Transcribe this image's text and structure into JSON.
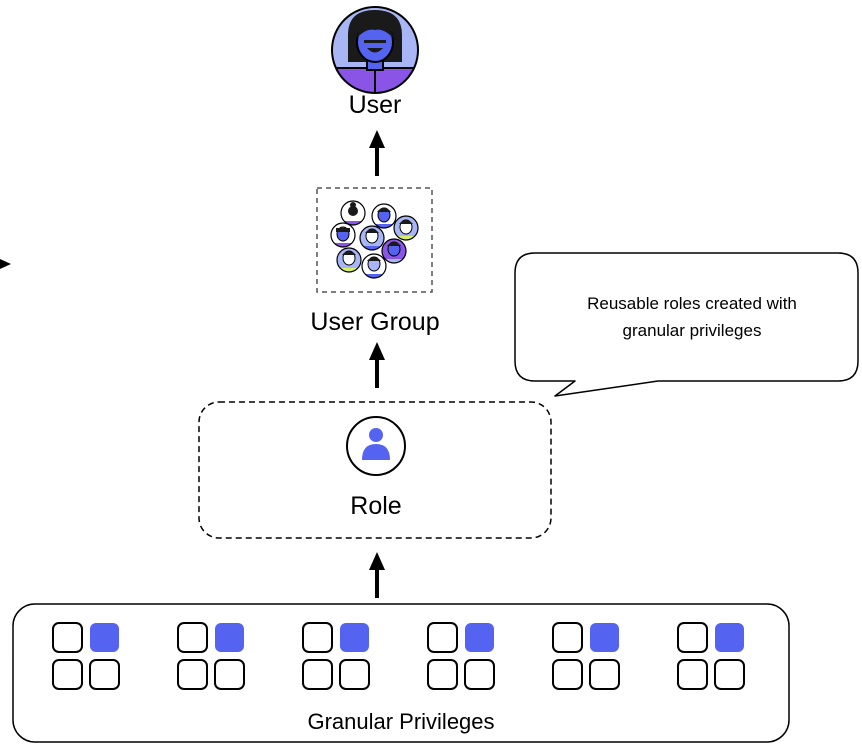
{
  "nodes": {
    "user": {
      "label": "User",
      "icon": "user-avatar-icon"
    },
    "user_group": {
      "label": "User Group",
      "icon": "user-group-avatars-icon"
    },
    "role": {
      "label": "Role",
      "icon": "role-person-icon"
    },
    "privileges": {
      "label": "Granular Privileges",
      "icon": "privilege-grid-icon"
    }
  },
  "callout": {
    "line1": "Reusable roles created with",
    "line2": "granular privileges"
  },
  "colors": {
    "accent": "#5563f1",
    "avatar_bg": "#a9b6f6",
    "avatar_shirt": "#8a55e6",
    "lime": "#d6f06a",
    "stroke": "#000000"
  }
}
